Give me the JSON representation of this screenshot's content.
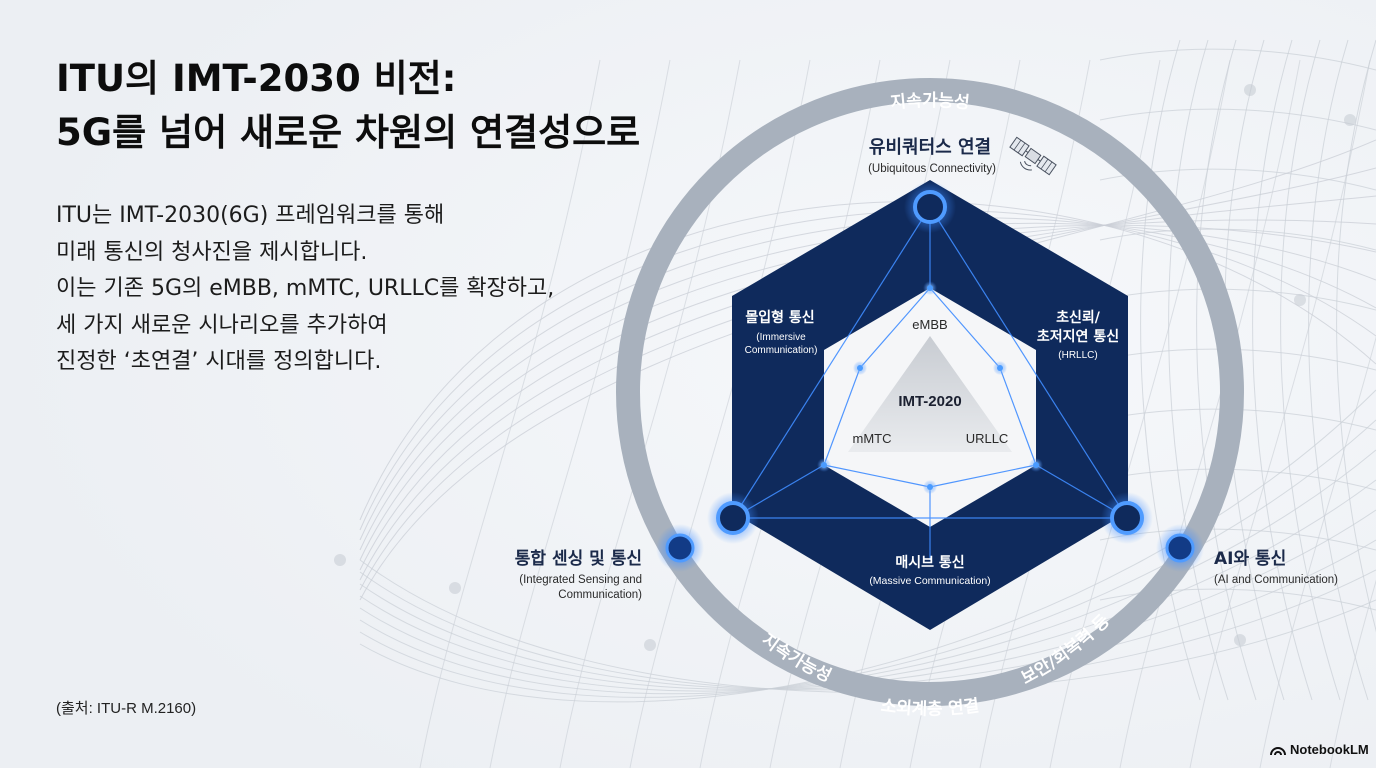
{
  "title": {
    "line1": "ITU의 IMT-2030 비전:",
    "line2": "5G를 넘어 새로운 차원의 연결성으로"
  },
  "description": {
    "lines": [
      "ITU는 IMT-2030(6G) 프레임워크를 통해",
      "미래 통신의 청사진을 제시합니다.",
      "이는 기존 5G의 eMBB, mMTC, URLLC를 확장하고,",
      "세 가지 새로운 시나리오를 추가하여",
      "진정한 ‘초연결’ 시대를 정의합니다."
    ]
  },
  "source": "(출처: ITU-R M.2160)",
  "brand": {
    "name": "NotebookLM",
    "icon": "notebooklm-logo-icon"
  },
  "diagram": {
    "ring": {
      "top": "지속가능성",
      "bottom_left": "지속가능성",
      "bottom": "소외계층 연결",
      "bottom_right": "보안/회복력 등"
    },
    "usage_scenarios": {
      "top": {
        "kr": "유비쿼터스 연결",
        "en": "(Ubiquitous Connectivity)",
        "icon": "satellite-icon"
      },
      "upper_left": {
        "kr": "몰입형 통신",
        "en": [
          "(Immersive",
          "Communication)"
        ]
      },
      "upper_right": {
        "kr": [
          "초신뢰/",
          "초저지연 통신"
        ],
        "en": "(HRLLC)"
      },
      "bottom": {
        "kr": "매시브 통신",
        "en": "(Massive Communication)"
      },
      "left": {
        "kr": "통합 센싱 및 통신",
        "en": [
          "(Integrated Sensing and",
          "Communication)"
        ]
      },
      "right": {
        "kr": "AI와 통신",
        "en": "(AI and Communication)"
      }
    },
    "core": {
      "label": "IMT-2020",
      "top": "eMBB",
      "left": "mMTC",
      "right": "URLLC"
    },
    "colors": {
      "hexagon": "#0f2a5c",
      "ring": "#a8b1bd",
      "node_glow": "#3d8bff",
      "node_core": "#0f2a5c",
      "line": "#3f8cff"
    }
  }
}
